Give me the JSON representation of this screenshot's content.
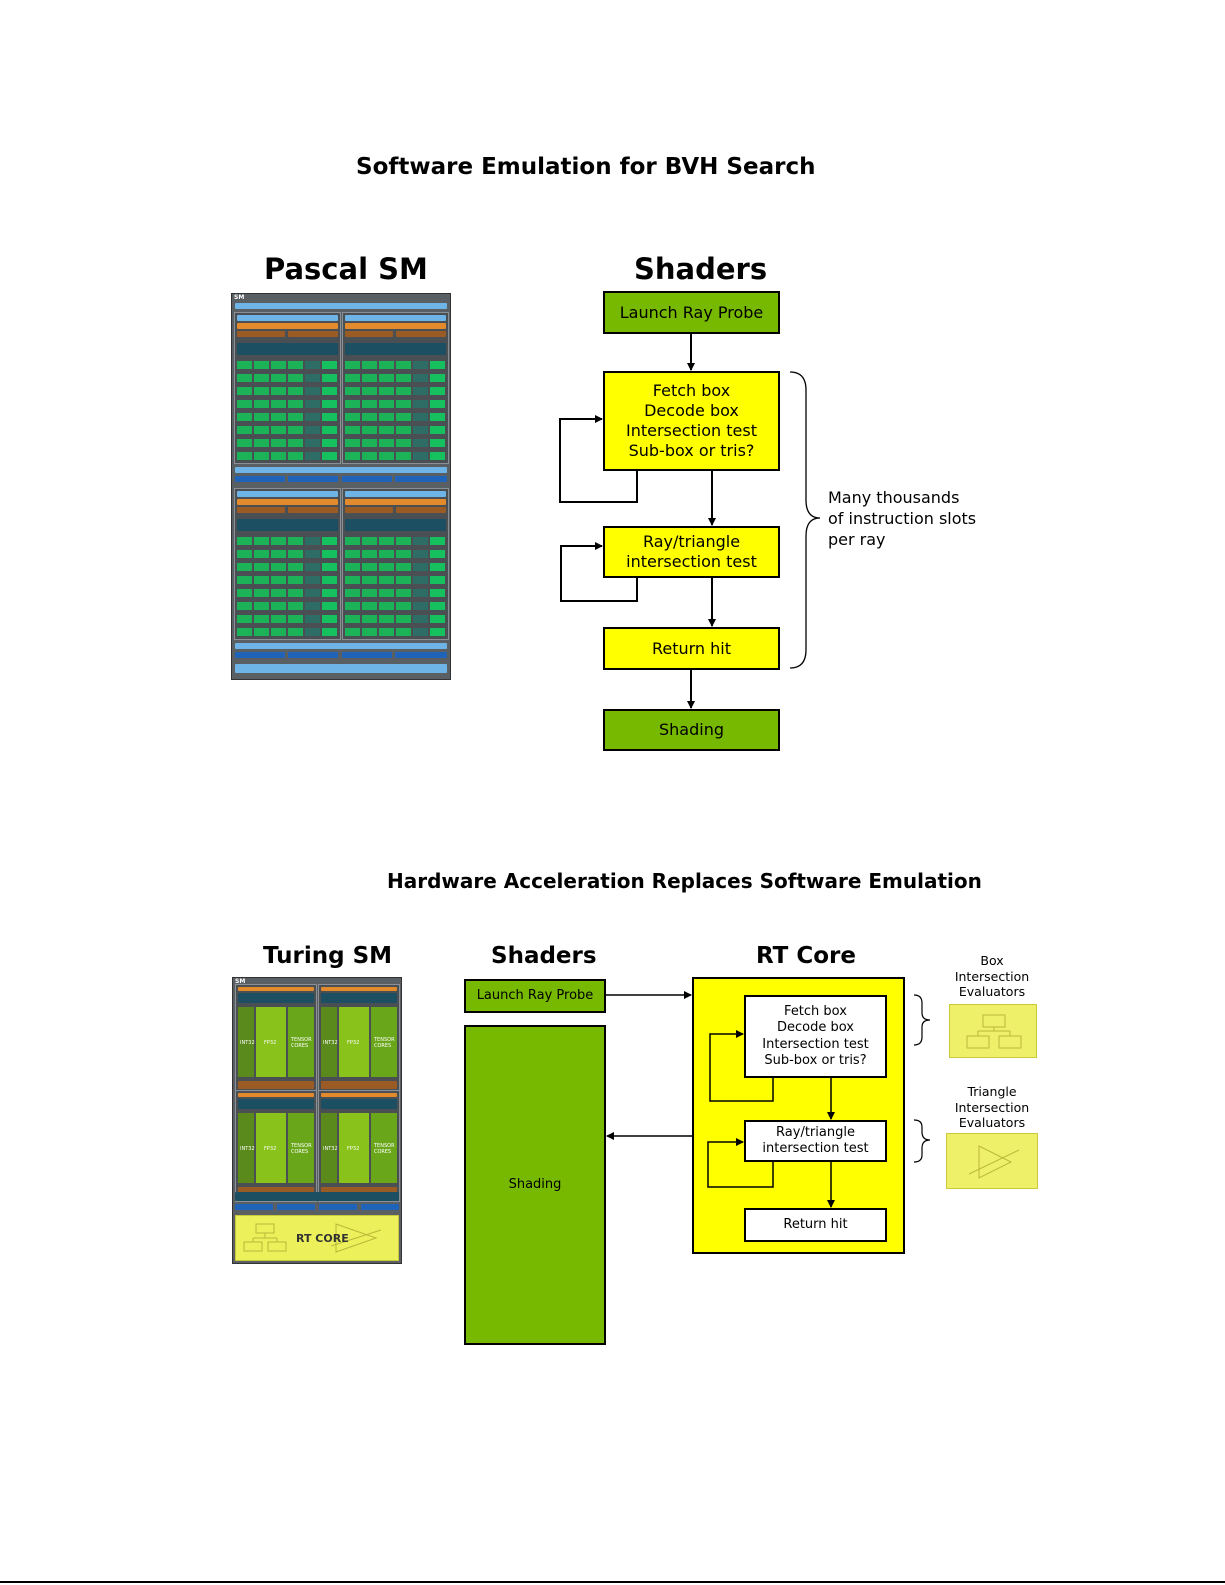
{
  "top": {
    "title": "Software Emulation for BVH Search",
    "pascal_title": "Pascal SM",
    "shaders_title": "Shaders",
    "launch": "Launch Ray Probe",
    "fetch": "Fetch box\nDecode box\nIntersection test\nSub-box or tris?",
    "raytri": "Ray/triangle\nintersection test",
    "return_hit": "Return hit",
    "shading": "Shading",
    "note": "Many thousands\nof instruction slots\nper ray",
    "pascal_sm_tag": "SM"
  },
  "bottom": {
    "title": "Hardware Acceleration Replaces Software Emulation",
    "turing_title": "Turing SM",
    "shaders_title": "Shaders",
    "rtcore_title": "RT Core",
    "launch": "Launch Ray Probe",
    "shading": "Shading",
    "fetch": "Fetch box\nDecode box\nIntersection test\nSub-box or tris?",
    "raytri": "Ray/triangle\nintersection test",
    "return_hit": "Return hit",
    "box_eval": "Box\nIntersection\nEvaluators",
    "tri_eval": "Triangle\nIntersection\nEvaluators",
    "turing_sm_tag": "SM",
    "rt_core_label": "RT CORE",
    "int32": "INT32",
    "fp32": "FP32",
    "tensor": "TENSOR\nCORES"
  },
  "colors": {
    "green": "#76b900",
    "yellow": "#ffff00"
  }
}
